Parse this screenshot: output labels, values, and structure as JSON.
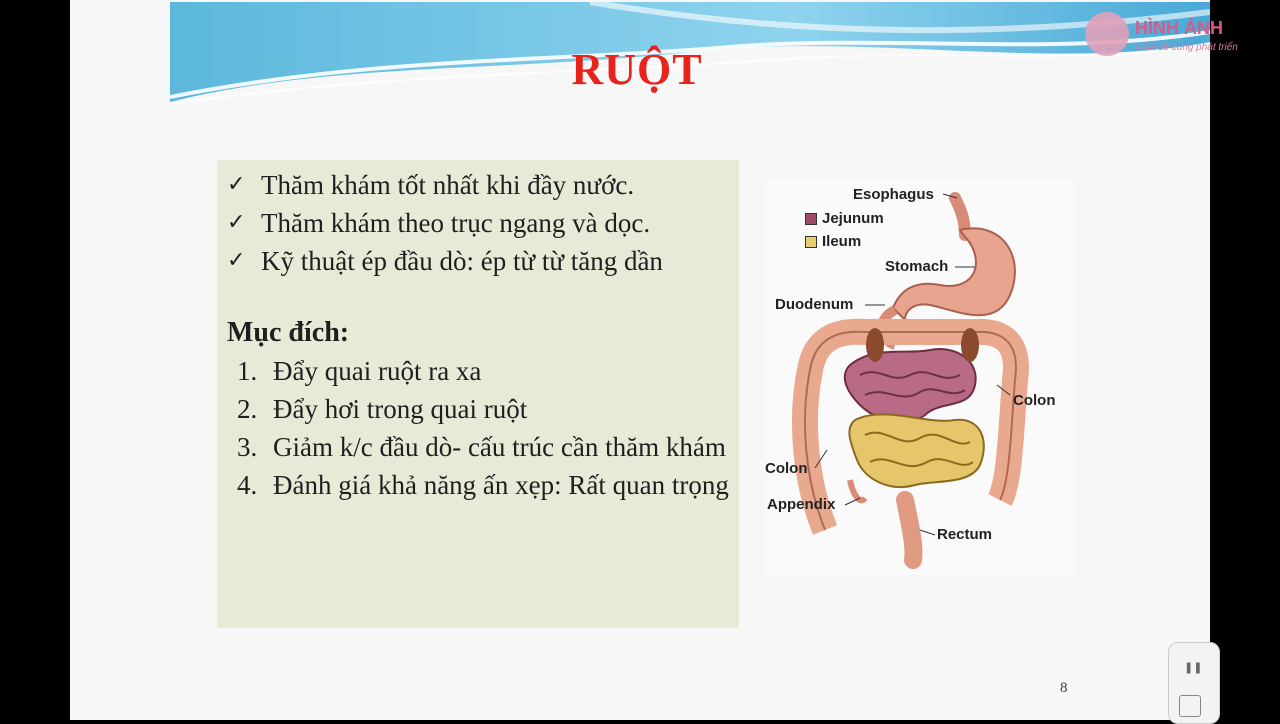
{
  "slide": {
    "title": "RUỘT",
    "page_number": "8",
    "bullets": [
      "Thăm khám tốt nhất khi đầy nước.",
      "Thăm khám theo trục ngang và dọc.",
      "Kỹ thuật ép đầu dò: ép từ từ tăng dần"
    ],
    "purpose_heading": "Mục đích:",
    "steps": [
      {
        "num": "1.",
        "text": "Đẩy quai ruột ra xa"
      },
      {
        "num": "2.",
        "text": "Đẩy hơi trong quai ruột"
      },
      {
        "num": "3.",
        "text": "Giảm k/c đầu dò- cấu trúc cần thăm khám"
      },
      {
        "num": "4.",
        "text": "Đánh giá khả năng ấn xẹp: Rất quan trọng"
      }
    ],
    "anatomy_labels": {
      "esophagus": "Esophagus",
      "jejunum": "Jejunum",
      "ileum": "Ileum",
      "stomach": "Stomach",
      "duodenum": "Duodenum",
      "colon_right": "Colon",
      "colon_left": "Colon",
      "appendix": "Appendix",
      "rectum": "Rectum"
    },
    "legend_colors": {
      "jejunum": "#a04a6a",
      "ileum": "#e8d070"
    }
  },
  "logo": {
    "name": "HÌNH ẢNH",
    "tagline": "Chia sẻ cùng phát triển"
  },
  "player": {
    "pause_icon": "pause-icon",
    "fullscreen_icon": "fullscreen-icon"
  },
  "colors": {
    "title": "#e8231c",
    "textbox_bg": "#e6ebd8"
  }
}
